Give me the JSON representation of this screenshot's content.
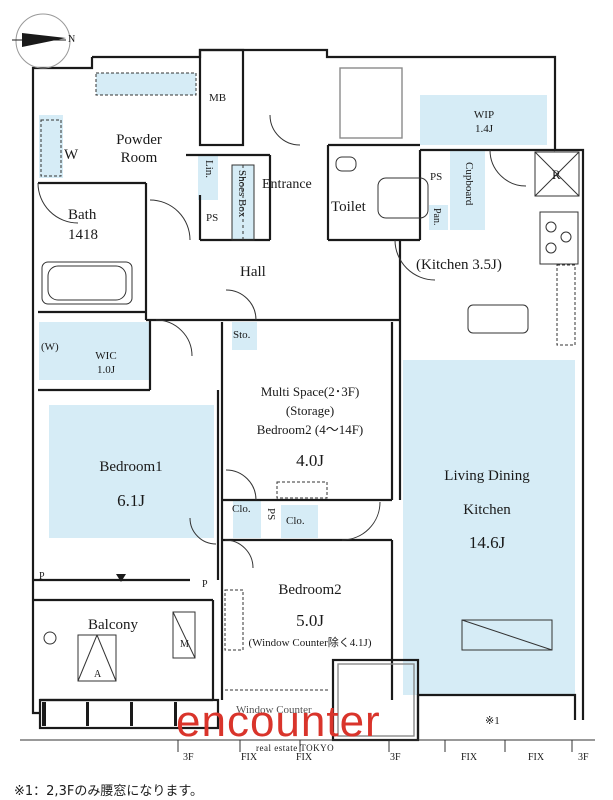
{
  "compass": {
    "north_label": "N",
    "icon": "north-arrow-icon"
  },
  "rooms": {
    "mb": "MB",
    "powder_room_line1": "Powder",
    "powder_room_line2": "Room",
    "w_laundry": "W",
    "linen": "Lin.",
    "shoes_box": "Shoes Box",
    "entrance": "Entrance",
    "ps_entrance": "PS",
    "bath": "Bath",
    "bath_size": "1418",
    "toilet": "Toilet",
    "wip": "WIP",
    "wip_size": "1.4J",
    "ps_kitchen": "PS",
    "pan": "Pan.",
    "cupboard": "Cupboard",
    "refrigerator": "R",
    "kitchen": "(Kitchen 3.5J)",
    "hall": "Hall",
    "storage_sto": "Sto.",
    "wic_w": "(W)",
    "wic": "WIC",
    "wic_size": "1.0J",
    "multi_space_line1": "Multi Space(2･3F)",
    "multi_space_line2": "(Storage)",
    "multi_space_line3": "Bedroom2 (4〜14F)",
    "multi_space_size": "4.0J",
    "bedroom1": "Bedroom1",
    "bedroom1_size": "6.1J",
    "clo_left": "Clo.",
    "ps_middle": "PS",
    "clo_right": "Clo.",
    "living_line1": "Living Dining",
    "living_line2": "Kitchen",
    "living_size": "14.6J",
    "p_left": "P",
    "p_right": "P",
    "balcony": "Balcony",
    "m_unit": "M",
    "a_unit": "A",
    "bedroom2": "Bedroom2",
    "bedroom2_size": "5.0J",
    "bedroom2_note": "(Window Counter除く4.1J)",
    "window_counter": "Window Counter",
    "note_mark": "※1"
  },
  "window_labels": {
    "w1": "3F",
    "w2": "FIX",
    "w3": "FIX",
    "w4": "3F",
    "w5": "FIX",
    "w6": "FIX",
    "w7": "3F"
  },
  "brand": {
    "logo": "encounter",
    "tagline": "real estate TOKYO"
  },
  "footnote": "※1：2,3Fのみ腰窓になります。",
  "colors": {
    "wall": "#1a1a1a",
    "room_fill": "#d6ecf6",
    "logo": "#d9342b",
    "shaft": "#8a8a8a"
  }
}
